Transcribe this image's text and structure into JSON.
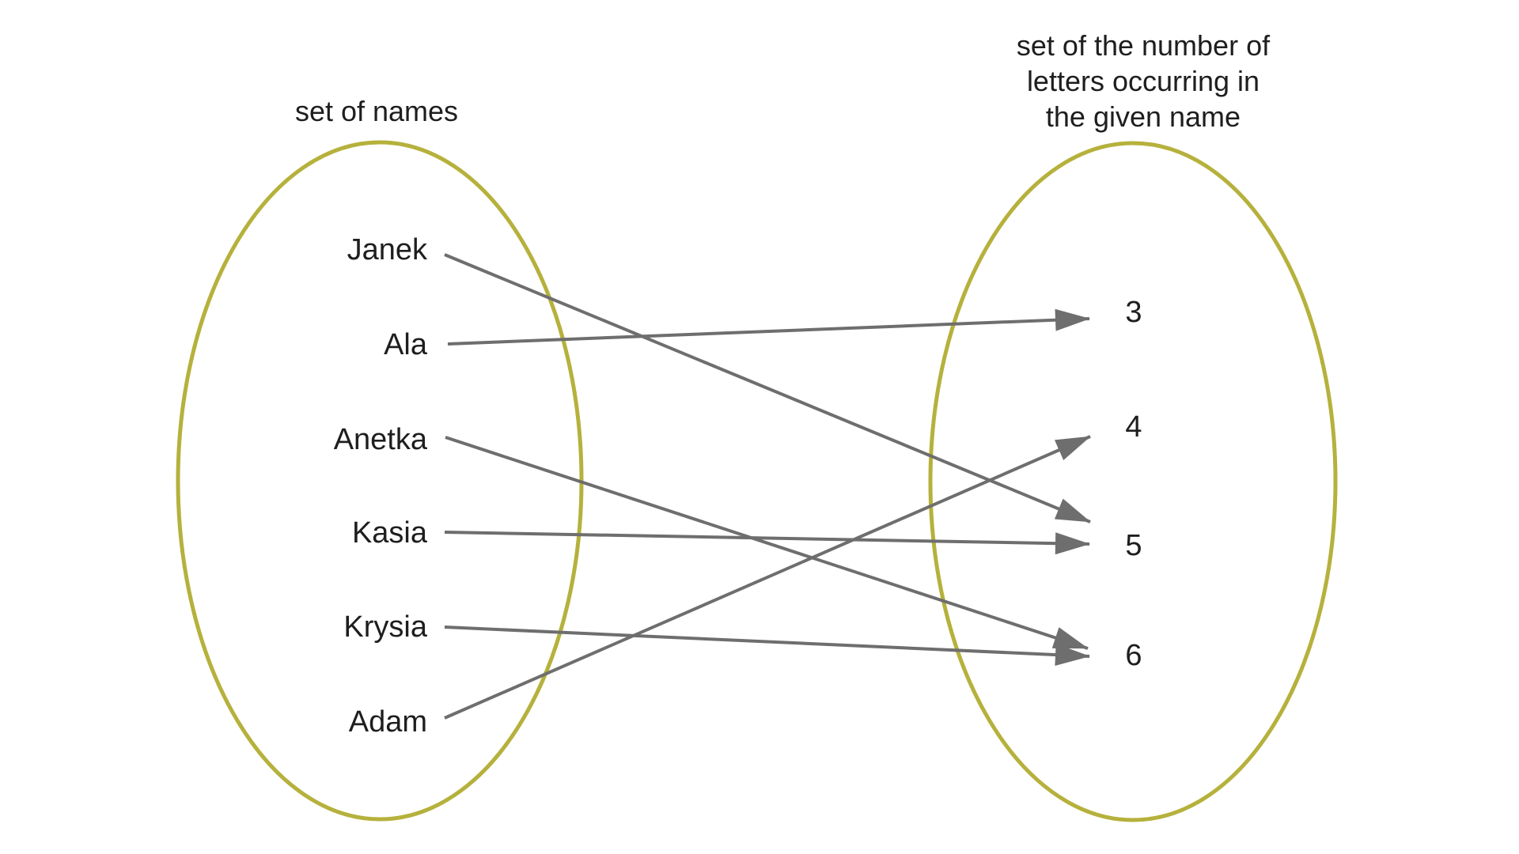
{
  "diagram": {
    "left_set": {
      "title": "set of names",
      "items": [
        "Janek",
        "Ala",
        "Anetka",
        "Kasia",
        "Krysia",
        "Adam"
      ]
    },
    "right_set": {
      "title_lines": [
        "set of the number of",
        "letters occurring in",
        "the given name"
      ],
      "items": [
        "3",
        "4",
        "5",
        "6"
      ]
    },
    "mappings": [
      {
        "from": "Janek",
        "to": "5"
      },
      {
        "from": "Ala",
        "to": "3"
      },
      {
        "from": "Anetka",
        "to": "6"
      },
      {
        "from": "Kasia",
        "to": "5"
      },
      {
        "from": "Krysia",
        "to": "6"
      },
      {
        "from": "Adam",
        "to": "4"
      }
    ],
    "colors": {
      "ellipse_stroke": "#b5b13c",
      "arrow": "#6e6e6e",
      "text": "#1e1e1e",
      "background": "#ffffff"
    }
  }
}
